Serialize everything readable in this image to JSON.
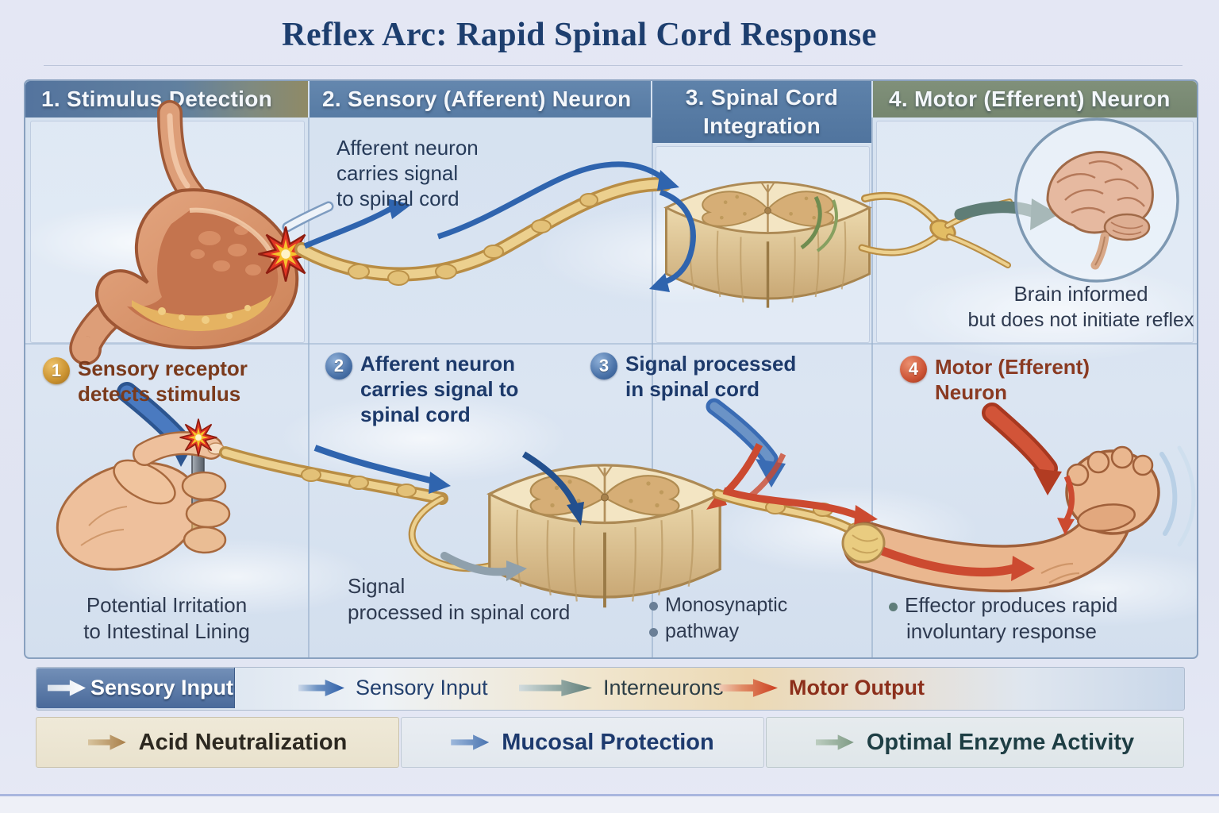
{
  "title": "Reflex Arc: Rapid Spinal Cord Response",
  "headers": {
    "h1": "1. Stimulus Detection",
    "h2": "2. Sensory (Afferent) Neuron",
    "h3_line1": "3. Spinal Cord",
    "h3_line2": "Integration",
    "h4": "4. Motor (Efferent) Neuron"
  },
  "afferent_note": {
    "line1": "Afferent neuron",
    "line2": "carries signal",
    "line3": "to spinal cord"
  },
  "brain_note": {
    "line1": "Brain informed",
    "line2": "but does not initiate reflex"
  },
  "steps": [
    {
      "num": "1",
      "line1": "Sensory receptor",
      "line2": "detects stimulus",
      "line3": ""
    },
    {
      "num": "2",
      "line1": "Afferent neuron",
      "line2": "carries signal to",
      "line3": "spinal cord"
    },
    {
      "num": "3",
      "line1": "Signal processed",
      "line2": "in spinal cord",
      "line3": ""
    },
    {
      "num": "4",
      "line1": "Motor (Efferent)",
      "line2": "Neuron",
      "line3": ""
    }
  ],
  "captions": {
    "panel1": {
      "line1": "Potential Irritation",
      "line2": "to Intestinal Lining"
    },
    "panel2": {
      "line1": "Signal",
      "line2": "processed in spinal cord"
    },
    "panel3": {
      "line1": "Monosynaptic",
      "line2": "pathway"
    },
    "panel4": {
      "line1": "Effector produces rapid",
      "line2": "involuntary response"
    }
  },
  "legend_row1": {
    "boxed_label": "Sensory Input",
    "items": [
      {
        "label": "Sensory Input",
        "color": "#2f5fa8"
      },
      {
        "label": "Interneurons",
        "color": "#5f7d78"
      },
      {
        "label": "Motor Output",
        "color": "#cc3f20"
      }
    ]
  },
  "legend_row2": {
    "items": [
      {
        "label": "Acid Neutralization",
        "color": "#a87e48"
      },
      {
        "label": "Mucosal Protection",
        "color": "#4a74b0"
      },
      {
        "label": "Optimal Enzyme Activity",
        "color": "#7e9a84"
      }
    ]
  },
  "colors": {
    "title_navy": "#1d3e6e",
    "header_blue": "#5d80a8",
    "header_green": "#7b8c75",
    "sensory_blue": "#3a6cb4",
    "interneuron_teal": "#5f7d78",
    "motor_red": "#c7492e",
    "nerve_gold": "#caa04e",
    "step1_gold": "#c9912f"
  }
}
